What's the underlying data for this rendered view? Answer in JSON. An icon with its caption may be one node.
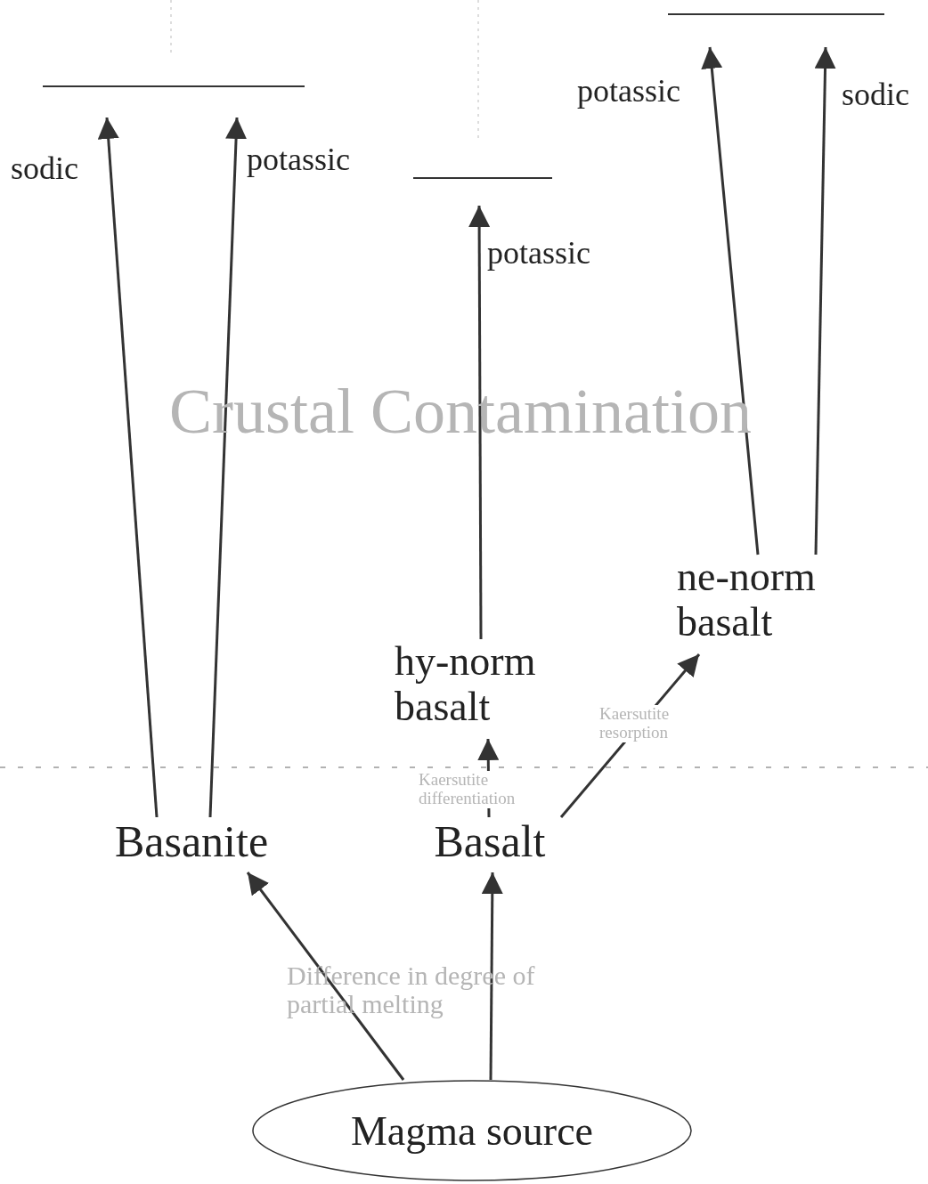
{
  "diagram": {
    "nodes": [
      {
        "text": [
          "Magma source"
        ]
      },
      {
        "text": [
          "Basanite"
        ]
      },
      {
        "text": [
          "Basalt"
        ]
      },
      {
        "text": [
          "hy-norm basalt"
        ]
      },
      {
        "text": [
          "ne-norm basalt"
        ]
      },
      {
        "text": [],
        "shape": "bar"
      },
      {
        "text": [],
        "shape": "bar"
      },
      {
        "text": [],
        "shape": "bar"
      }
    ],
    "edges": [
      {
        "from": 0,
        "to": 1,
        "arrow": "to"
      },
      {
        "from": 0,
        "to": 2,
        "arrow": "to"
      },
      {
        "from": 2,
        "to": 3,
        "arrow": "to",
        "label": "Kaersutite differentiation"
      },
      {
        "from": 2,
        "to": 4,
        "arrow": "to",
        "label": "Kaersutite resorption"
      },
      {
        "from": 1,
        "to": 5,
        "arrow": "to",
        "label": "sodic"
      },
      {
        "from": 1,
        "to": 5,
        "arrow": "to",
        "label": "potassic"
      },
      {
        "from": 3,
        "to": 6,
        "arrow": "to",
        "label": "potassic"
      },
      {
        "from": 4,
        "to": 7,
        "arrow": "to",
        "label": "potassic"
      },
      {
        "from": 4,
        "to": 7,
        "arrow": "to",
        "label": "sodic"
      }
    ],
    "labels": [
      "Crustal Contamination",
      "Difference in degree of partial melting"
    ]
  }
}
